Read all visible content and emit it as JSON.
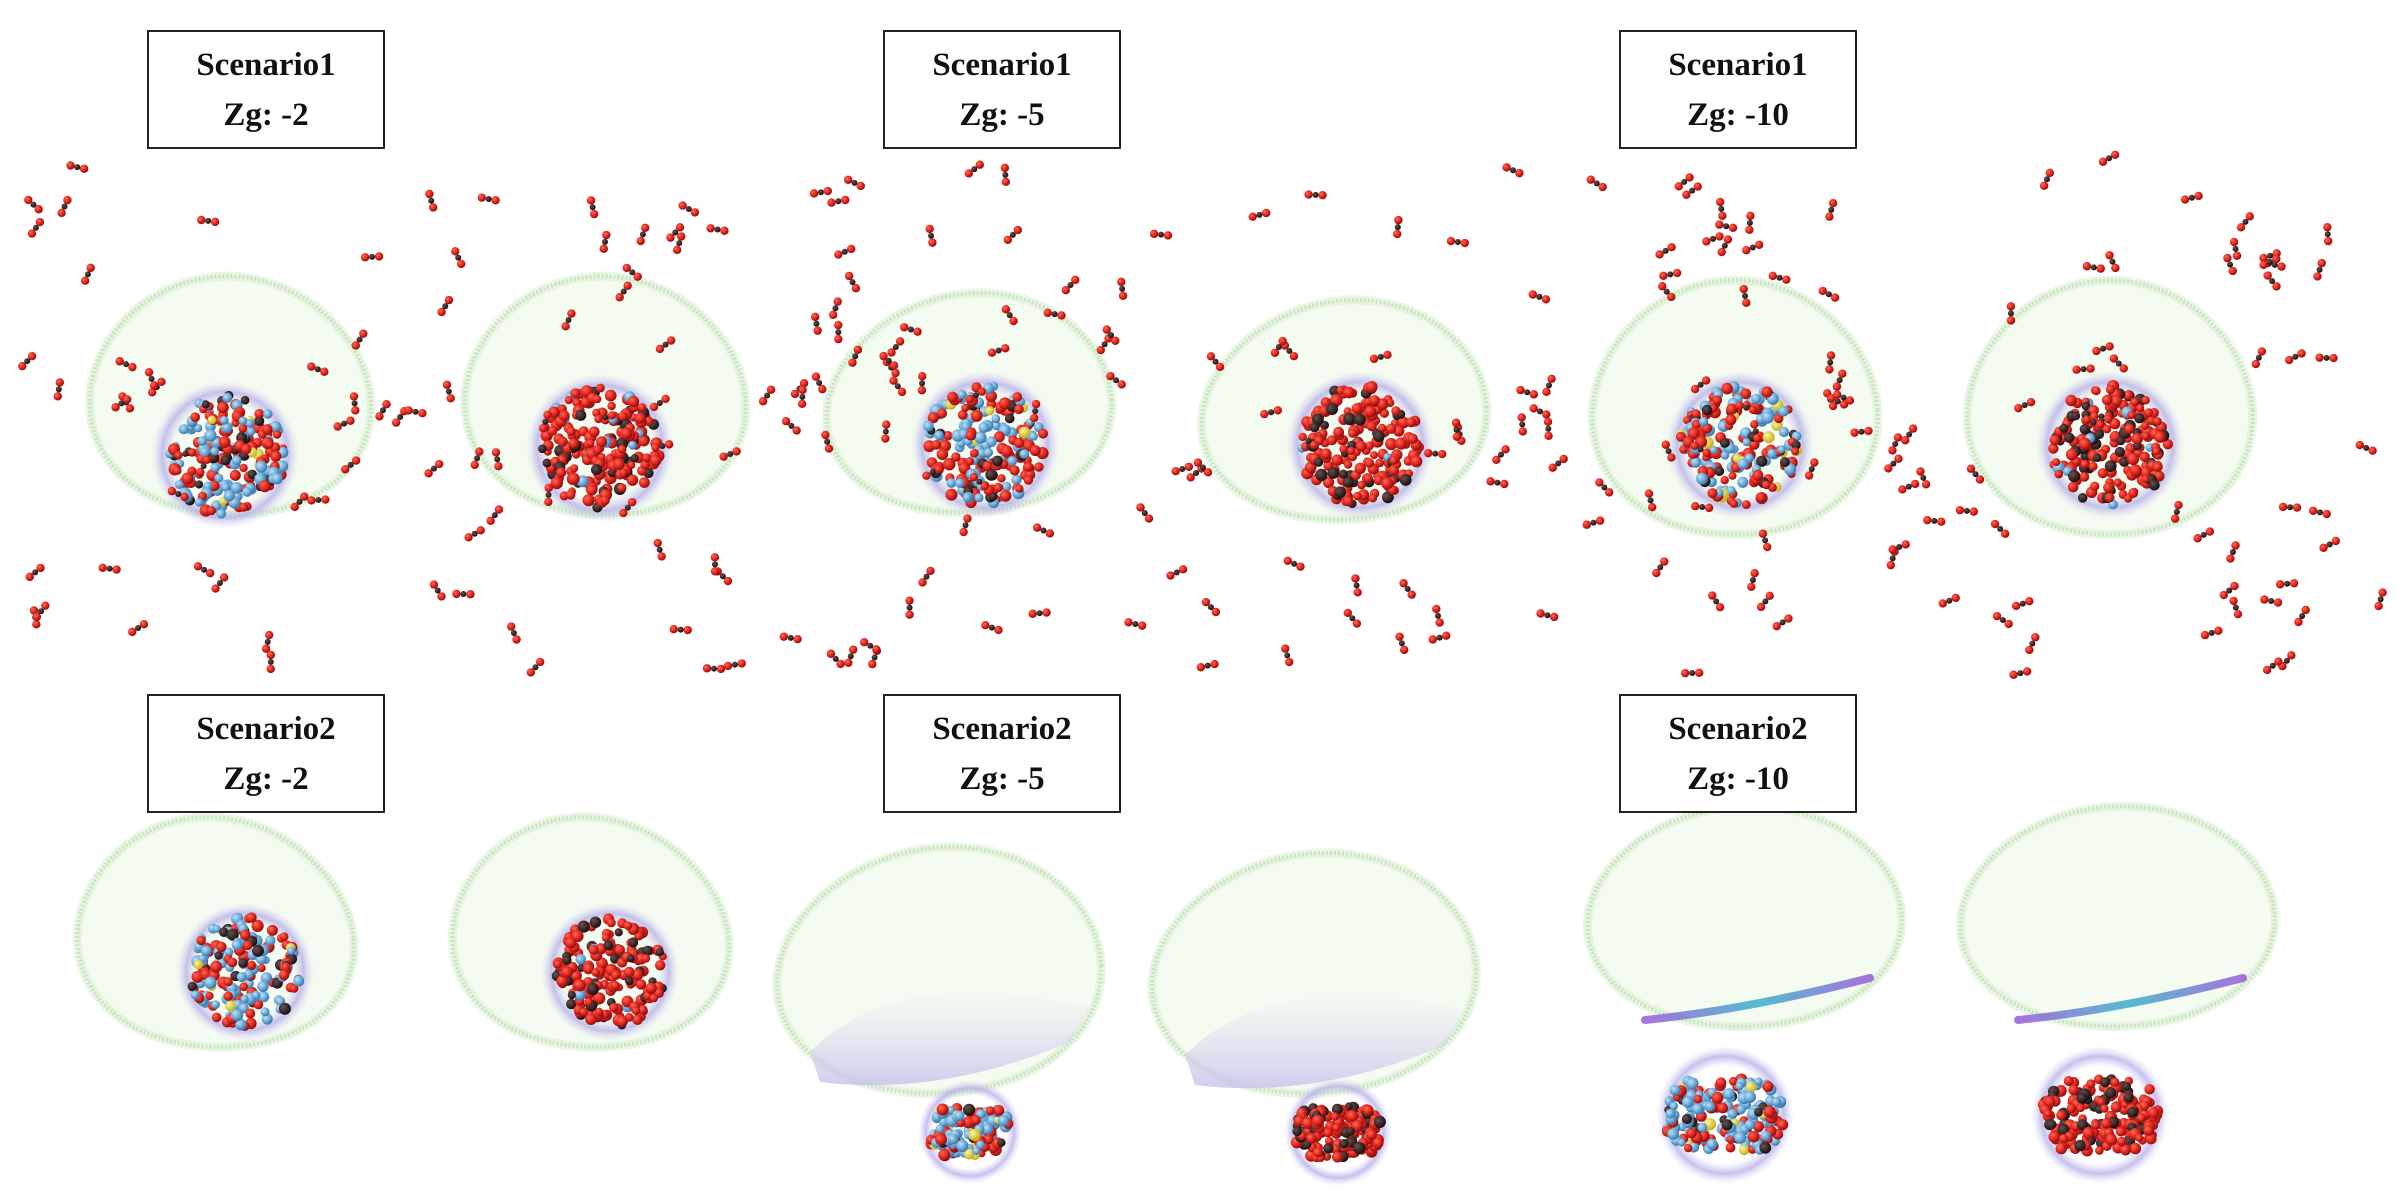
{
  "figure": {
    "rows": [
      {
        "panels": [
          {
            "scenario": "Scenario1",
            "zg": "Zg: -2"
          },
          {
            "scenario": "Scenario1",
            "zg": "Zg: -5"
          },
          {
            "scenario": "Scenario1",
            "zg": "Zg: -10"
          }
        ]
      },
      {
        "panels": [
          {
            "scenario": "Scenario2",
            "zg": "Zg: -2"
          },
          {
            "scenario": "Scenario2",
            "zg": "Zg: -5"
          },
          {
            "scenario": "Scenario2",
            "zg": "Zg: -10"
          }
        ]
      }
    ]
  },
  "colors": {
    "membrane": "#9fd38f",
    "membrane_fill": "#f4fbf1",
    "corona": "#b8b4e6",
    "oxygen": "#e0241b",
    "oxygen_dark": "#b0161a",
    "carbon": "#2b1d1d",
    "hydrophilic": "#6aa9d8",
    "yellow_atom": "#e8d83a",
    "bottom_layer_cyan": "#3bb0c8",
    "bottom_layer_purple": "#9a5ad8"
  }
}
